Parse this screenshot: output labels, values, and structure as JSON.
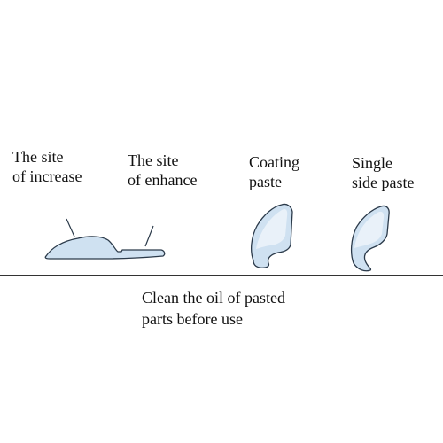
{
  "labels": {
    "increase_line1": "The site",
    "increase_line2": "of increase",
    "enhance_line1": "The site",
    "enhance_line2": "of enhance",
    "coating_line1": "Coating",
    "coating_line2": "paste",
    "single_line1": "Single",
    "single_line2": "side paste"
  },
  "caption": {
    "line1": "Clean the oil of pasted",
    "line2": "parts before use"
  },
  "colors": {
    "pad_fill": "#cfe1f1",
    "pad_stroke": "#2b3a4a",
    "baseline": "#333333"
  }
}
